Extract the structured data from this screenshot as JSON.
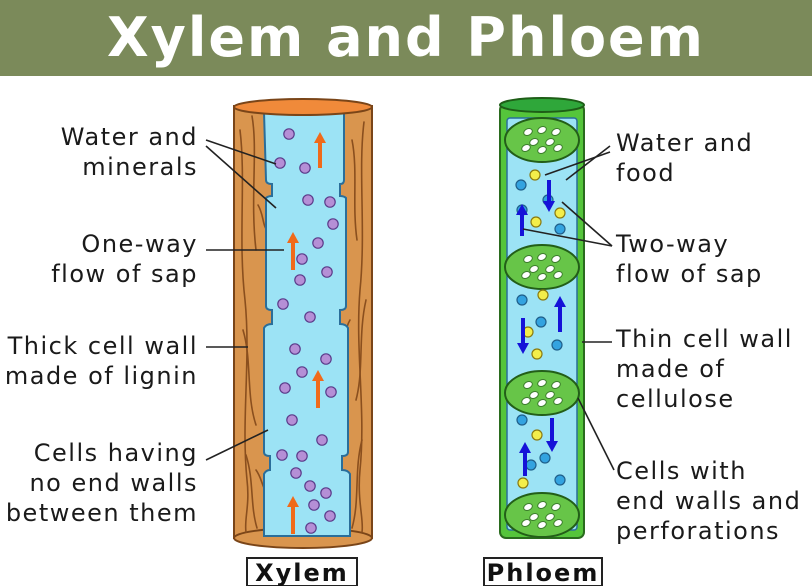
{
  "title": "Xylem and Phloem",
  "colors": {
    "banner": "#7b8a5a",
    "wood": "#d9954e",
    "wood_top": "#f08a3a",
    "lumen": "#9ce3f5",
    "particle_purple": "#b58fd6",
    "arrow_orange": "#f06a1a",
    "phloem_wall": "#55c53b",
    "sieve_plate": "#67c548",
    "particle_blue": "#33a3e0",
    "particle_yellow": "#f3ee4a",
    "arrow_blue": "#1512d8"
  },
  "xylem": {
    "caption": "Xylem",
    "labels": {
      "water_minerals": "Water and\nminerals",
      "one_way": "One-way\nflow of sap",
      "thick_wall": "Thick cell wall\nmade of lignin",
      "no_end_walls": "Cells having\nno end walls\nbetween them"
    }
  },
  "phloem": {
    "caption": "Phloem",
    "labels": {
      "water_food": "Water and\nfood",
      "two_way": "Two-way\nflow of sap",
      "thin_wall": "Thin cell wall\nmade of\ncellulose",
      "end_walls": "Cells with\nend walls and\nperforations"
    }
  }
}
